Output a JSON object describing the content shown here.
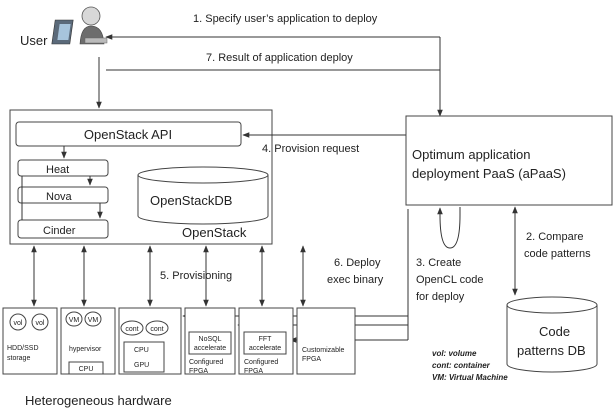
{
  "actor": {
    "label": "User"
  },
  "steps": {
    "s1": "1. Specify user’s application to deploy",
    "s7": "7. Result of application deploy",
    "s4": "4. Provision request",
    "s2_l1": "2. Compare",
    "s2_l2": "code patterns",
    "s3_l1": "3. Create",
    "s3_l2": "OpenCL code",
    "s3_l3": "for deploy",
    "s5": "5. Provisioning",
    "s6_l1": "6. Deploy",
    "s6_l2": "exec binary"
  },
  "openstack": {
    "api": "OpenStack API",
    "heat": "Heat",
    "nova": "Nova",
    "cinder": "Cinder",
    "db": "OpenStackDB",
    "label": "OpenStack"
  },
  "paas": {
    "l1": "Optimum application",
    "l2": "deployment PaaS (aPaaS)"
  },
  "db": {
    "l1": "Code",
    "l2": "patterns DB"
  },
  "legend": {
    "l1": "vol: volume",
    "l2": "cont: container",
    "l3": "VM: Virtual Machine"
  },
  "hardware": {
    "caption": "Heterogeneous hardware",
    "hdd": {
      "vol1": "vol",
      "vol2": "vol",
      "l1": "HDD/SSD",
      "l2": "storage"
    },
    "hyp": {
      "vm1": "VM",
      "vm2": "VM",
      "label": "hypervisor",
      "cpu": "CPU"
    },
    "cont": {
      "c1": "cont",
      "c2": "cont",
      "cpu": "CPU",
      "gpu": "GPU"
    },
    "nosql": {
      "a1": "NoSQL",
      "a2": "accelerate",
      "l1": "Configured",
      "l2": "FPGA"
    },
    "fft": {
      "a1": "FFT",
      "a2": "accelerate",
      "l1": "Configured",
      "l2": "FPGA"
    },
    "custom": {
      "l1": "Customizable",
      "l2": "FPGA"
    }
  }
}
